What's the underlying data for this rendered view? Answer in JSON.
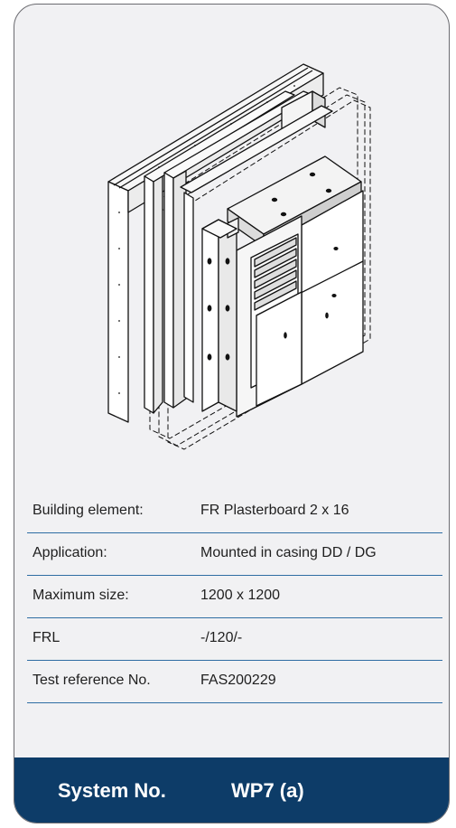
{
  "specs": [
    {
      "label": "Building element:",
      "value": "FR Plasterboard 2 x 16"
    },
    {
      "label": "Application:",
      "value": "Mounted in casing DD / DG"
    },
    {
      "label": "Maximum size:",
      "value": "1200 x 1200"
    },
    {
      "label": "FRL",
      "value": "-/120/-"
    },
    {
      "label": "Test reference No.",
      "value": "FAS200229"
    }
  ],
  "footer": {
    "label": "System No.",
    "value": "WP7 (a)"
  },
  "colors": {
    "accent": "#2e6da3",
    "footer_bg": "#0d3c68",
    "card_bg": "#f1f1f3"
  }
}
